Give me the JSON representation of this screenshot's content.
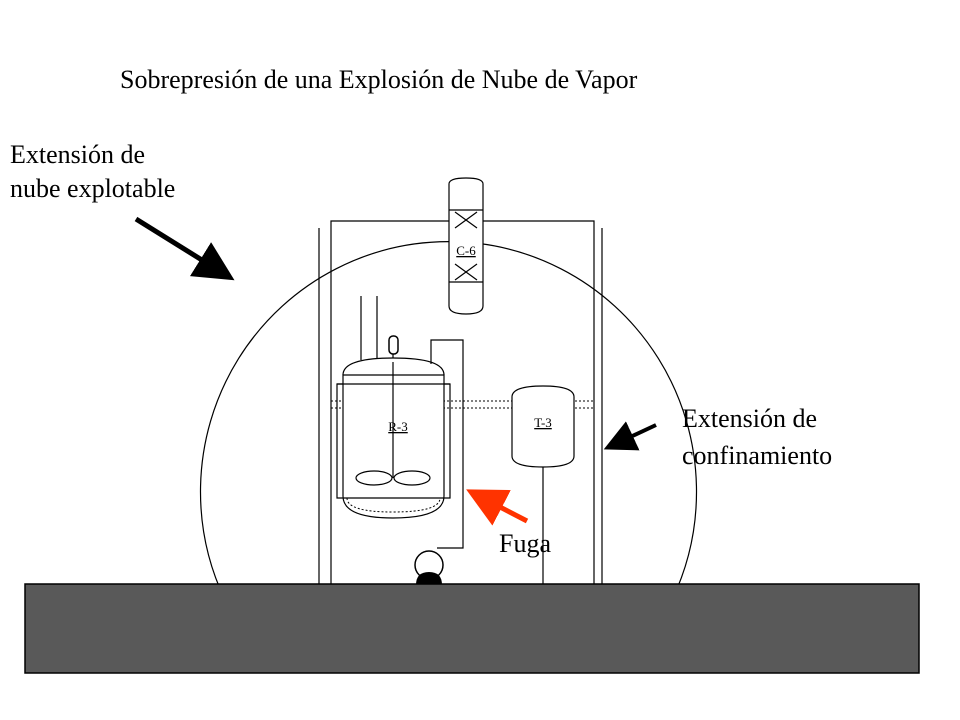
{
  "title": "Sobrepresión de una Explosión de Nube de Vapor",
  "annotations": {
    "cloud_extent": [
      "Extensión de",
      "nube explotable"
    ],
    "confinement_extent": [
      "Extensión de",
      "confinamiento"
    ],
    "leak": "Fuga"
  },
  "equipment": {
    "column": "C-6",
    "reactor": "R-3",
    "tank": "T-3"
  },
  "colors": {
    "ground": "#595959",
    "leak_arrow": "#ff3300",
    "line": "#000000",
    "background": "#ffffff"
  }
}
